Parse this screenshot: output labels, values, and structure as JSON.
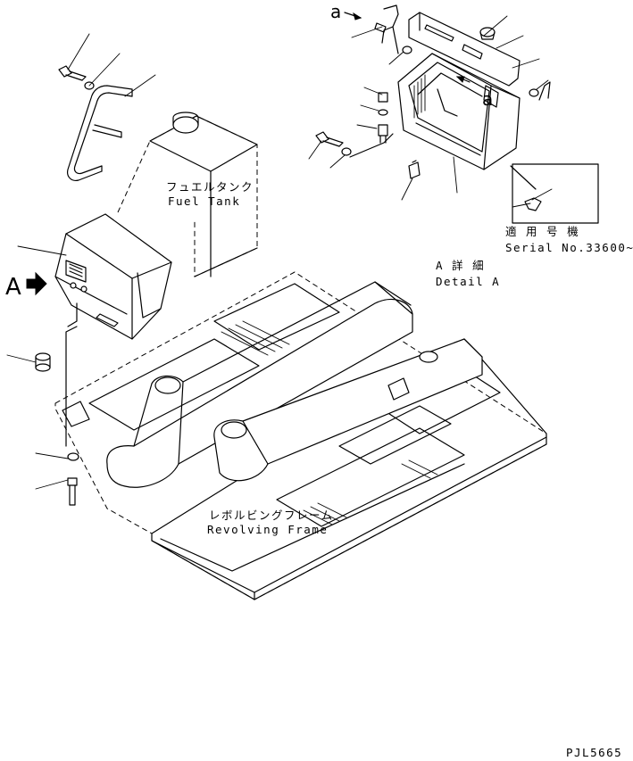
{
  "labels": {
    "fuel_tank_jp": "フュエルタンク",
    "fuel_tank_en": "Fuel Tank",
    "revolving_frame_jp": "レボルビングフレーム",
    "revolving_frame_en": "Revolving Frame",
    "detail_jp": "A 詳 細",
    "detail_en": "Detail A",
    "applicable_jp": "適 用 号 機",
    "serial": "Serial No.33600~",
    "view_a": "A",
    "ref_a_top": "a",
    "ref_a_box": "a",
    "drawing_code": "PJL5665"
  },
  "colors": {
    "line": "#000000",
    "background": "#ffffff"
  }
}
